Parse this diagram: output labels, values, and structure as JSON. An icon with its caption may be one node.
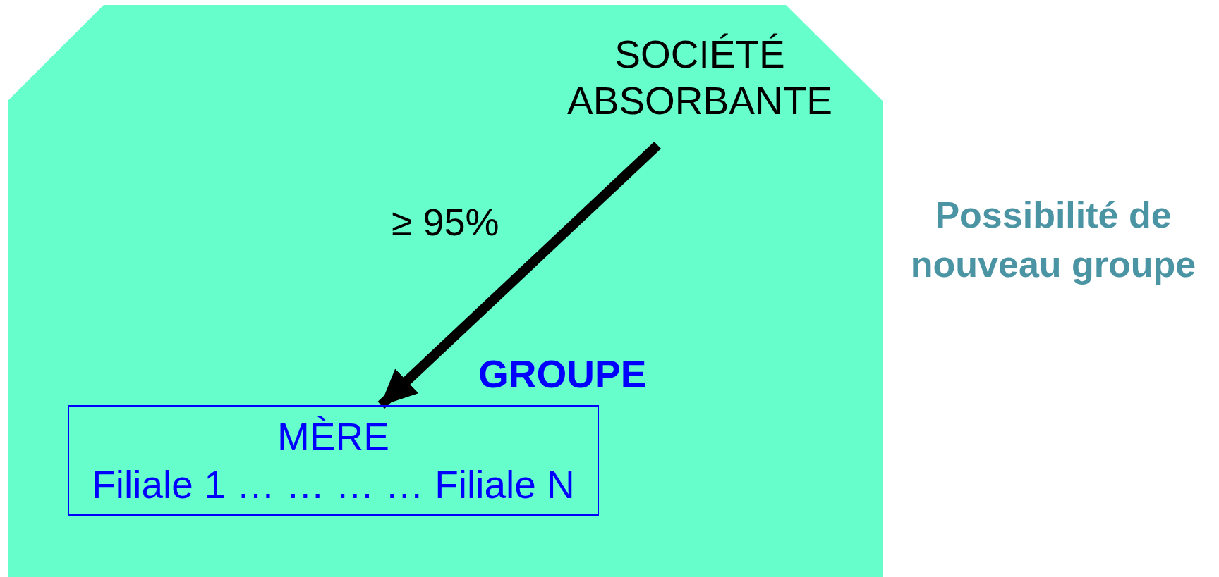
{
  "diagram": {
    "nodes": [
      {
        "text": [],
        "shape": "box",
        "beside": [
          "Possibilité de nouveau groupe"
        ]
      },
      {
        "text": [
          "SOCIÉTÉ ABSORBANTE"
        ],
        "in": 0
      },
      {
        "text": [
          "GROUPE",
          "MÈRE",
          "Filiale 1 … … … … Filiale N"
        ],
        "in": 0
      }
    ],
    "edges": [
      {
        "from": 1,
        "to": 2,
        "arrow": "to",
        "label": "≥ 95%"
      }
    ]
  }
}
